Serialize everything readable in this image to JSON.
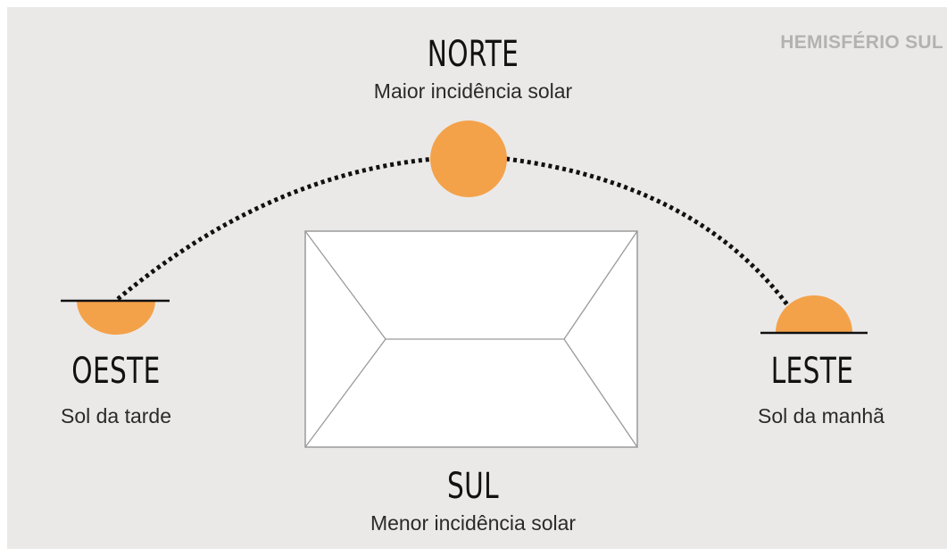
{
  "hemisphere_label": "HEMISFÉRIO SUL",
  "north": {
    "title": "NORTE",
    "subtitle": "Maior incidência solar"
  },
  "south": {
    "title": "SUL",
    "subtitle": "Menor incidência solar"
  },
  "west": {
    "title": "OESTE",
    "subtitle": "Sol da tarde"
  },
  "east": {
    "title": "LESTE",
    "subtitle": "Sol da manhã"
  },
  "colors": {
    "background": "#ebe9e8",
    "sun": "#f3a24a",
    "path": "#111111",
    "roof": "#ffffff",
    "label_muted": "#b4b2b1"
  }
}
